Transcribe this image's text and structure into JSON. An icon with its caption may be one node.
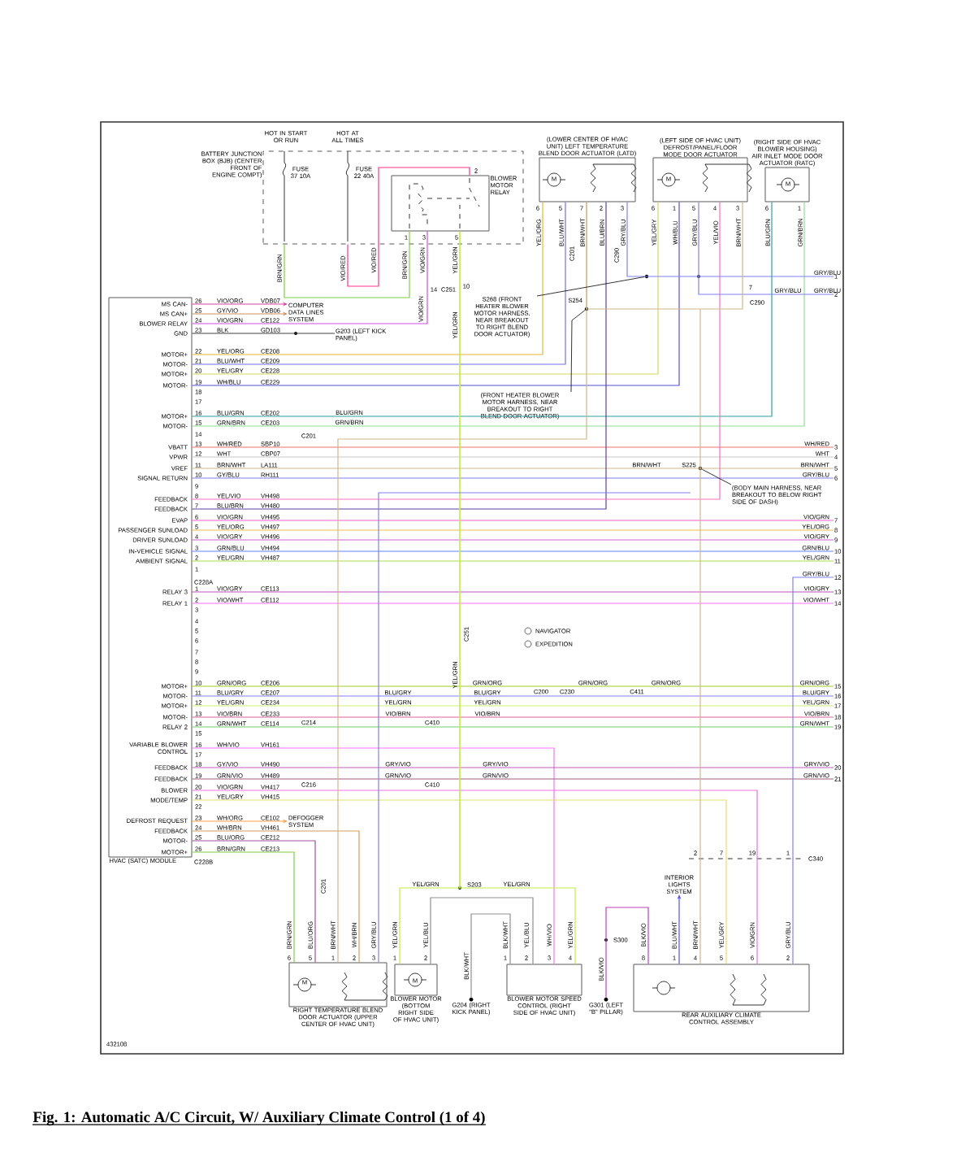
{
  "diagram": {
    "caption": "Fig. 1: Automatic A/C Circuit, W/ Auxiliary Climate Control (1 of 4)",
    "nodes": [
      {
        "text": [
          "HVAC (SATC) MODULE"
        ]
      },
      {
        "text": [
          "BATTERY JUNCTION BOX (BJB) (CENTER FRONT OF ENGINE COMPT)"
        ]
      },
      {
        "text": [
          "BLOWER MOTOR RELAY"
        ],
        "in": 1
      },
      {
        "text": [
          "(LOWER CENTER OF HVAC UNIT) LEFT TEMPERATURE BLEND DOOR ACTUATOR (LATD)"
        ]
      },
      {
        "text": [
          "(LEFT SIDE OF HVAC UNIT) DEFROST/PANEL/FLOOR MODE DOOR ACTUATOR"
        ]
      },
      {
        "text": [
          "(RIGHT SIDE OF HVAC BLOWER HOUSING) AIR INLET MODE DOOR ACTUATOR (RATC)"
        ]
      },
      {
        "text": [
          "RIGHT TEMPERATURE BLEND DOOR ACTUATOR (UPPER CENTER OF HVAC UNIT)"
        ]
      },
      {
        "text": [
          "BLOWER MOTOR (BOTTOM RIGHT SIDE OF HVAC UNIT)"
        ]
      },
      {
        "text": [
          "BLOWER MOTOR SPEED CONTROL (RIGHT SIDE OF HVAC UNIT)"
        ]
      },
      {
        "text": [
          "REAR AUXILIARY CLIMATE CONTROL ASSEMBLY"
        ]
      },
      {
        "text": [
          "G204 (RIGHT KICK PANEL)"
        ]
      },
      {
        "text": [
          "G301 (LEFT \"B\" PILLAR)"
        ]
      },
      {
        "text": [
          "G203 (LEFT KICK PANEL)"
        ]
      },
      {
        "text": [
          "COMPUTER DATA LINES SYSTEM"
        ]
      },
      {
        "text": [
          "DEFOGGER SYSTEM"
        ]
      },
      {
        "text": [
          "INTERIOR LIGHTS SYSTEM"
        ]
      },
      {
        "text": [
          "S268 (FRONT HEATER BLOWER MOTOR HARNESS, NEAR BREAKOUT TO RIGHT BLEND DOOR ACTUATOR)"
        ]
      },
      {
        "text": [
          "(FRONT HEATER BLOWER MOTOR HARNESS, NEAR BREAKOUT TO RIGHT BLEND DOOR ACTUATOR)"
        ]
      },
      {
        "text": [
          "(BODY MAIN HARNESS, NEAR BREAKOUT TO BELOW RIGHT SIDE OF DASH)"
        ]
      },
      {
        "text": [
          "1"
        ]
      },
      {
        "text": [
          "2"
        ]
      },
      {
        "text": [
          "3"
        ]
      },
      {
        "text": [
          "4"
        ]
      },
      {
        "text": [
          "5"
        ]
      },
      {
        "text": [
          "6"
        ]
      },
      {
        "text": [
          "7"
        ]
      },
      {
        "text": [
          "8"
        ]
      },
      {
        "text": [
          "9"
        ]
      },
      {
        "text": [
          "10"
        ]
      },
      {
        "text": [
          "11"
        ]
      },
      {
        "text": [
          "12"
        ]
      },
      {
        "text": [
          "13"
        ]
      },
      {
        "text": [
          "14"
        ]
      },
      {
        "text": [
          "15"
        ]
      },
      {
        "text": [
          "16"
        ]
      },
      {
        "text": [
          "17"
        ]
      },
      {
        "text": [
          "18"
        ]
      },
      {
        "text": [
          "19"
        ]
      },
      {
        "text": [
          "20"
        ]
      },
      {
        "text": [
          "21"
        ]
      },
      {
        "text": [],
        "shape": "circle"
      },
      {
        "text": [],
        "shape": "circle"
      },
      {
        "text": [],
        "shape": "circle"
      }
    ],
    "edges": [
      {
        "from": 0,
        "to": 13,
        "arrow": "to",
        "color": "#e0409a"
      },
      {
        "from": 0,
        "to": 13,
        "arrow": "to",
        "color": "#d09060"
      },
      {
        "from": 0,
        "to": 2,
        "arrow": "none",
        "color": "#d050e0"
      },
      {
        "from": 0,
        "to": 12,
        "arrow": "none",
        "color": "#404040"
      },
      {
        "from": 0,
        "to": 3,
        "arrow": "none",
        "color": "#e8b830"
      },
      {
        "from": 0,
        "to": 3,
        "arrow": "none",
        "color": "#7070f0"
      },
      {
        "from": 0,
        "to": 4,
        "arrow": "none",
        "color": "#d8d860"
      },
      {
        "from": 0,
        "to": 4,
        "arrow": "none",
        "color": "#5050e0"
      },
      {
        "from": 0,
        "to": 5,
        "arrow": "none",
        "color": "#30a0a0"
      },
      {
        "from": 0,
        "to": 5,
        "arrow": "none",
        "color": "#90e090"
      },
      {
        "from": 0,
        "to": 21,
        "arrow": "none",
        "color": "#f07070"
      },
      {
        "from": 0,
        "to": 22,
        "arrow": "none",
        "color": "#c8c8c8"
      },
      {
        "from": 0,
        "to": 23,
        "arrow": "none",
        "color": "#d0b888"
      },
      {
        "from": 0,
        "to": 24,
        "arrow": "none",
        "color": "#8080f0"
      },
      {
        "from": 0,
        "to": 3,
        "arrow": "none",
        "color": "#6040a0"
      },
      {
        "from": 0,
        "to": 4,
        "arrow": "none",
        "color": "#ff70c0"
      },
      {
        "from": 0,
        "to": 25,
        "arrow": "none",
        "color": "#ff60d0"
      },
      {
        "from": 0,
        "to": 26,
        "arrow": "none",
        "color": "#f0c040"
      },
      {
        "from": 0,
        "to": 27,
        "arrow": "none",
        "color": "#d060d0"
      },
      {
        "from": 0,
        "to": 28,
        "arrow": "none",
        "color": "#6080ff"
      },
      {
        "from": 0,
        "to": 29,
        "arrow": "none",
        "color": "#a8e040"
      },
      {
        "from": 0,
        "to": 31,
        "arrow": "none",
        "color": "#c050c0"
      },
      {
        "from": 0,
        "to": 32,
        "arrow": "none",
        "color": "#ff70ff"
      },
      {
        "from": 0,
        "to": 33,
        "arrow": "none",
        "color": "#a0d020"
      },
      {
        "from": 0,
        "to": 34,
        "arrow": "none",
        "color": "#8080ff"
      },
      {
        "from": 0,
        "to": 35,
        "arrow": "none",
        "color": "#d0f070"
      },
      {
        "from": 0,
        "to": 36,
        "arrow": "none",
        "color": "#e060a0"
      },
      {
        "from": 0,
        "to": 37,
        "arrow": "none",
        "color": "#70d070"
      },
      {
        "from": 0,
        "to": 8,
        "arrow": "none",
        "color": "#ff70ff"
      },
      {
        "from": 0,
        "to": 38,
        "arrow": "none",
        "color": "#c060c0"
      },
      {
        "from": 0,
        "to": 39,
        "arrow": "none",
        "color": "#a06080"
      },
      {
        "from": 0,
        "to": 9,
        "arrow": "none",
        "color": "#f070e0"
      },
      {
        "from": 0,
        "to": 9,
        "arrow": "none",
        "color": "#e0e070"
      },
      {
        "from": 0,
        "to": 14,
        "arrow": "to",
        "color": "#ffa040"
      },
      {
        "from": 0,
        "to": 6,
        "arrow": "none",
        "color": "#d0a060"
      },
      {
        "from": 0,
        "to": 6,
        "arrow": "none",
        "color": "#a050a0"
      },
      {
        "from": 0,
        "to": 6,
        "arrow": "none",
        "color": "#80d040"
      },
      {
        "from": 1,
        "to": 2,
        "arrow": "none",
        "color": "#80d040"
      },
      {
        "from": 1,
        "to": 2,
        "arrow": "none",
        "color": "#ff3090"
      },
      {
        "from": 2,
        "to": 7,
        "arrow": "none",
        "color": "#c0f040"
      },
      {
        "from": 2,
        "to": 8,
        "arrow": "none",
        "color": "#c0f040"
      },
      {
        "from": 7,
        "to": 8,
        "arrow": "none",
        "color": "#909090"
      },
      {
        "from": 10,
        "to": 8,
        "arrow": "none",
        "color": "#909090"
      },
      {
        "from": 11,
        "to": 9,
        "arrow": "none",
        "color": "#c040c0"
      },
      {
        "from": 9,
        "to": 15,
        "arrow": "to",
        "color": "#5050ff"
      },
      {
        "from": 3,
        "to": 19,
        "arrow": "none",
        "color": "#8080f0"
      },
      {
        "from": 4,
        "to": 20,
        "arrow": "none",
        "color": "#8080f0"
      },
      {
        "from": 3,
        "to": 4,
        "arrow": "none",
        "color": "#d0b888"
      },
      {
        "from": 3,
        "to": 6,
        "arrow": "none",
        "color": "#d0b888"
      },
      {
        "from": 6,
        "to": null,
        "arrow": "none",
        "color": "#8080f0"
      },
      {
        "from": 9,
        "to": null,
        "arrow": "none",
        "color": "#d0b888"
      },
      {
        "from": 9,
        "to": 30,
        "arrow": "none",
        "color": "#8080f0"
      },
      {
        "from": 16,
        "to": 40,
        "arrow": "none",
        "color": "#000000"
      },
      {
        "from": 17,
        "to": 41,
        "arrow": "none",
        "color": "#000000"
      },
      {
        "from": 18,
        "to": 42,
        "arrow": "none",
        "color": "#000000"
      }
    ],
    "labels": [
      "MS CAN-",
      "26",
      "VIO/ORG",
      "VDB07",
      "MS CAN+",
      "25",
      "GY/VIO",
      "VDB06",
      "BLOWER RELAY",
      "24",
      "VIO/GRN",
      "CE122",
      "GND",
      "23",
      "BLK",
      "GD103",
      "MOTOR+",
      "22",
      "YEL/ORG",
      "CE208",
      "MOTOR-",
      "21",
      "BLU/WHT",
      "CE209",
      "MOTOR+",
      "20",
      "YEL/GRY",
      "CE228",
      "MOTOR-",
      "19",
      "WH/BLU",
      "CE229",
      "18",
      "17",
      "MOTOR+",
      "16",
      "BLU/GRN",
      "CE202",
      "MOTOR-",
      "15",
      "GRN/BRN",
      "CE203",
      "14",
      "VBATT",
      "13",
      "WH/RED",
      "SBP10",
      "VPWR",
      "12",
      "WHT",
      "CBP07",
      "VREF",
      "11",
      "BRN/WHT",
      "LA111",
      "SIGNAL RETURN",
      "10",
      "GY/BLU",
      "RH111",
      "9",
      "FEEDBACK",
      "8",
      "YEL/VIO",
      "VH498",
      "FEEDBACK",
      "7",
      "BLU/BRN",
      "VH480",
      "EVAP",
      "6",
      "VIO/GRN",
      "VH495",
      "PASSENGER SUNLOAD",
      "5",
      "YEL/ORG",
      "VH497",
      "DRIVER SUNLOAD",
      "4",
      "VIO/GRY",
      "VH496",
      "IN-VEHICLE SIGNAL",
      "3",
      "GRN/BLU",
      "VH494",
      "AMBIENT SIGNAL",
      "2",
      "YEL/GRN",
      "VH487",
      "1",
      "RELAY 3",
      "1",
      "VIO/GRY",
      "CE113",
      "RELAY 1",
      "2",
      "VIO/WHT",
      "CE112",
      "3",
      "4",
      "5",
      "6",
      "7",
      "8",
      "9",
      "MOTOR+",
      "10",
      "GRN/ORG",
      "CE206",
      "MOTOR-",
      "11",
      "BLU/GRY",
      "CE207",
      "MOTOR+",
      "12",
      "YEL/GRN",
      "CE234",
      "MOTOR-",
      "13",
      "VIO/BRN",
      "CE233",
      "RELAY 2",
      "14",
      "GRN/WHT",
      "CE114",
      "15",
      "VARIABLE BLOWER CONTROL",
      "16",
      "WH/VIO",
      "VH161",
      "17",
      "FEEDBACK",
      "18",
      "GY/VIO",
      "VH490",
      "FEEDBACK",
      "19",
      "GRN/VIO",
      "VH489",
      "BLOWER",
      "20",
      "VIO/GRN",
      "VH417",
      "MODE/TEMP",
      "21",
      "YEL/GRY",
      "VH415",
      "22",
      "DEFROST REQUEST",
      "23",
      "WH/ORG",
      "CE102",
      "FEEDBACK",
      "24",
      "WH/BRN",
      "VH461",
      "MOTOR-",
      "25",
      "BLU/ORG",
      "CE212",
      "MOTOR+",
      "26",
      "BRN/GRN",
      "CE213",
      "C228A",
      "C228B",
      "HOT IN START OR RUN",
      "HOT AT ALL TIMES",
      "FUSE 37 10A",
      "FUSE 22 40A",
      "1",
      "3",
      "5",
      "2",
      "BRN/GRN",
      "VIO/RED",
      "VIO/RED",
      "BRN/GRN",
      "VIO/GRN",
      "YEL/GRN",
      "14",
      "10",
      "C251",
      "VIO/GRN",
      "YEL/GRN",
      "C201",
      "C290",
      "6",
      "5",
      "7",
      "2",
      "3",
      "YEL/ORG",
      "BLU/WHT",
      "BRN/WHT",
      "BLU/BRN",
      "GRY/BLU",
      "6",
      "1",
      "5",
      "4",
      "3",
      "YEL/GRY",
      "WH/BLU",
      "GRY/BLU",
      "YEL/VIO",
      "BRN/WHT",
      "6",
      "1",
      "BLU/GRN",
      "GRN/BRN",
      "GRY/BLU",
      "7",
      "GRY/BLU",
      "GRY/BLU",
      "S254",
      "C290",
      "C201",
      "BLU/GRN",
      "GRN/BRN",
      "WH/RED",
      "WHT",
      "BRN/WHT",
      "GRY/BLU",
      "VIO/GRN",
      "YEL/ORG",
      "VIO/GRY",
      "GRN/BLU",
      "YEL/GRN",
      "GRY/BLU",
      "VIO/GRY",
      "VIO/WHT",
      "GRN/ORG",
      "BLU/GRY",
      "YEL/GRN",
      "VIO/BRN",
      "GRN/WHT",
      "GRY/VIO",
      "GRN/VIO",
      "BRN/WHT",
      "S225",
      "NAVIGATOR",
      "EXPEDITION",
      "C251",
      "YEL/GRN",
      "GRN/ORG",
      "GRN/ORG",
      "GRN/ORG",
      "BLU/GRY",
      "BLU/GRY",
      "C200",
      "C230",
      "C411",
      "YEL/GRN",
      "YEL/GRN",
      "VIO/BRN",
      "VIO/BRN",
      "C214",
      "C410",
      "GRY/VIO",
      "GRY/VIO",
      "GRN/VIO",
      "GRN/VIO",
      "C216",
      "C410",
      "YEL/GRN",
      "S203",
      "YEL/GRN",
      "BRN/GRN",
      "BLU/ORG",
      "BRN/WHT",
      "WH/BRN",
      "GRY/BLU",
      "YEL/GRN",
      "YEL/BLU",
      "BLK/WHT",
      "BLK/WHT",
      "YEL/BLU",
      "WH/VIO",
      "YEL/GRN",
      "BLK/VIO",
      "BLK/VIO",
      "BLU/WHT",
      "BRN/WHT",
      "YEL/GRY",
      "VIO/GRN",
      "GRY/BLU",
      "6",
      "5",
      "1",
      "2",
      "3",
      "1",
      "2",
      "1",
      "2",
      "3",
      "4",
      "8",
      "1",
      "4",
      "5",
      "6",
      "2",
      "S300",
      "C201",
      "2",
      "7",
      "19",
      "1",
      "C340",
      "432108",
      "M",
      "M",
      "M",
      "M",
      "M"
    ]
  }
}
